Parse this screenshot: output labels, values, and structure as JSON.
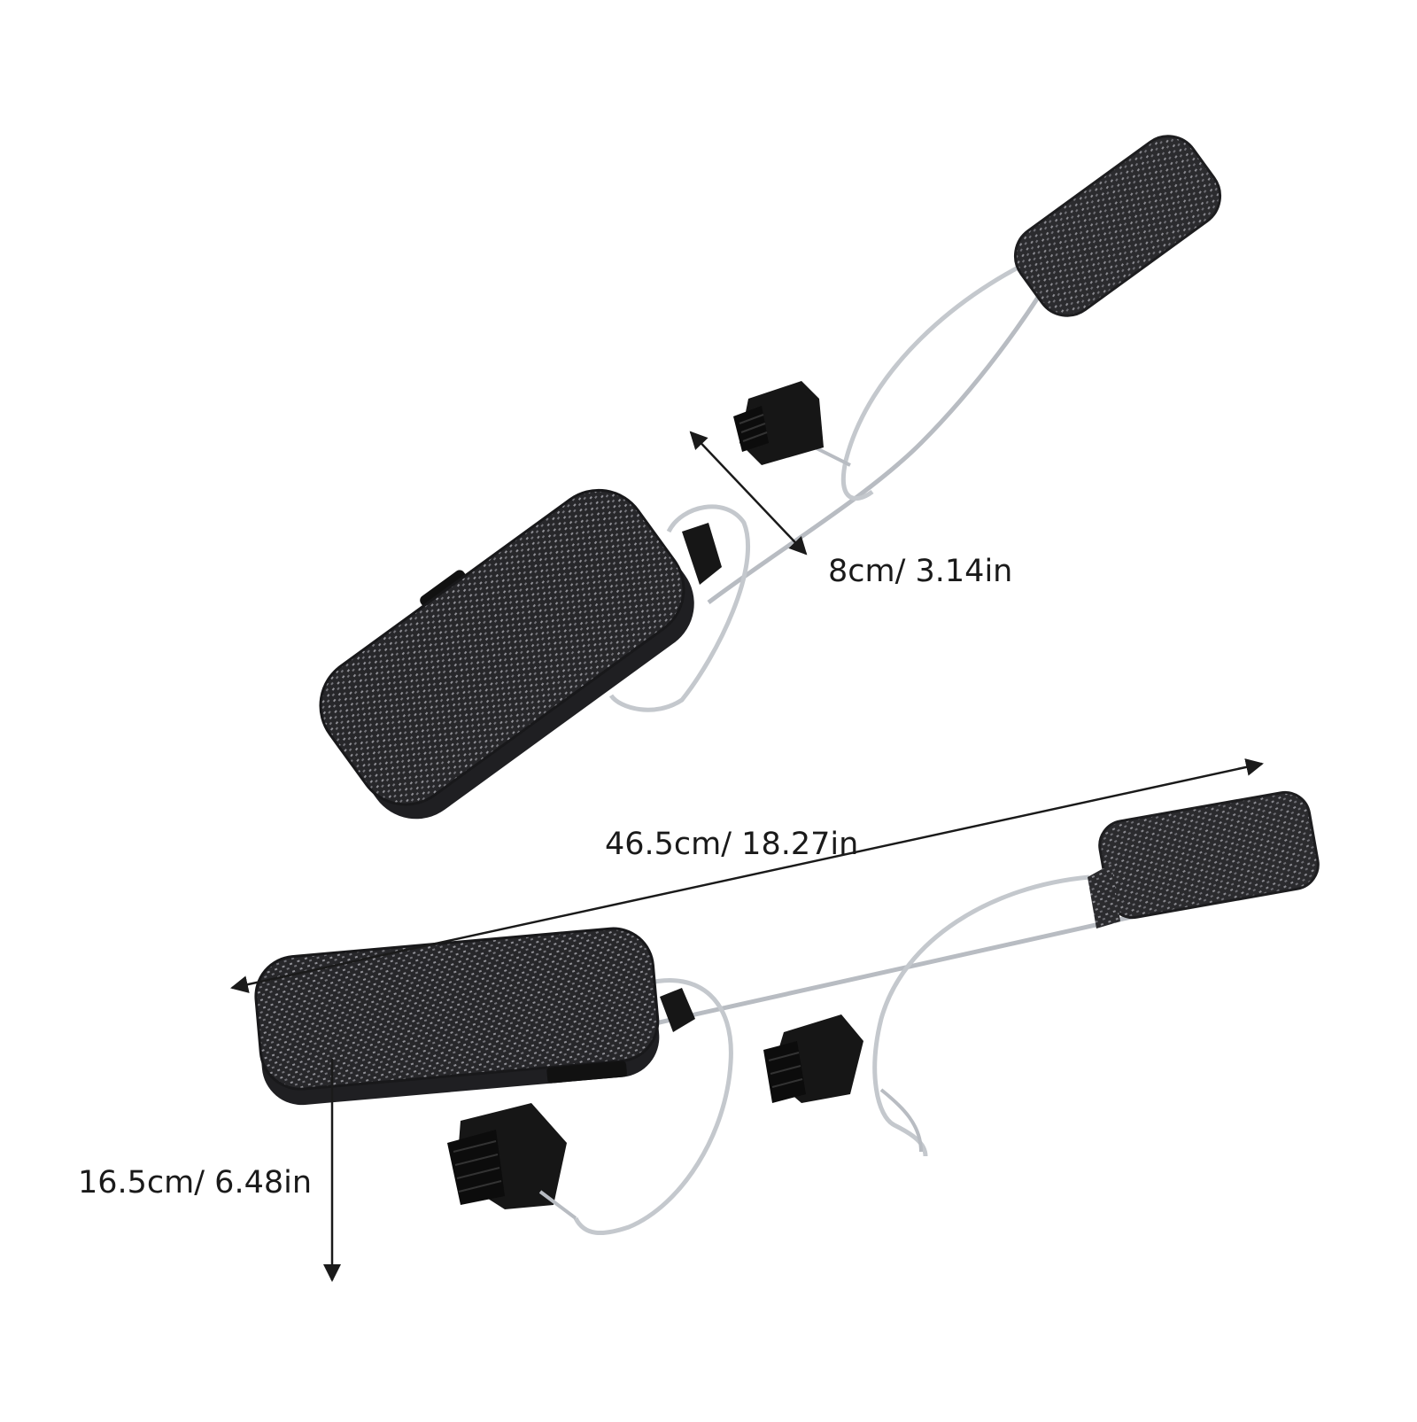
{
  "dimensions": {
    "width_label": "8cm/ 3.14in",
    "length_label": "46.5cm/ 18.27in",
    "height_label": "16.5cm/ 6.48in"
  },
  "colors": {
    "background": "#ffffff",
    "pad_dark": "#2b2b2e",
    "pad_texture": "#8a8a90",
    "wire": "#b8bcc2",
    "clip": "#161616",
    "dimension_line": "#1a1a1a"
  }
}
